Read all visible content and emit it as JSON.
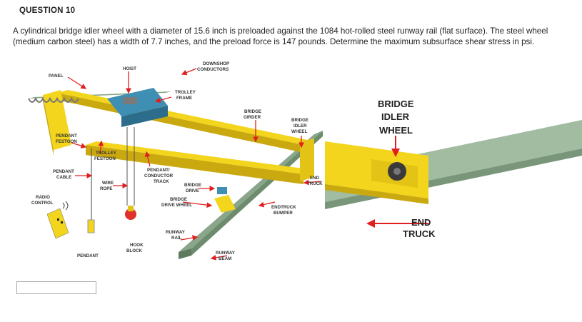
{
  "question": {
    "title": "QUESTION 10",
    "text": "A cylindrical bridge idler wheel with a diameter of 15.6 inch is preloaded against the 1084 hot-rolled steel runway rail (flat surface). The steel wheel (medium carbon steel) has a width of 7.7 inches, and the preload force is 147 pounds. Determine the maximum subsurface shear stress in psi."
  },
  "figure": {
    "labels": {
      "panel": "PANEL",
      "hoist": "HOIST",
      "downshop_1": "DOWNSHOP",
      "downshop_2": "CONDUCTORS",
      "trolley_frame_1": "TROLLEY",
      "trolley_frame_2": "FRAME",
      "bridge_girder_1": "BRIDGE",
      "bridge_girder_2": "GIRDER",
      "bridge_idler_1": "BRIDGE",
      "bridge_idler_2": "IDLER",
      "bridge_idler_3": "WHEEL",
      "pendant_festoon_1": "PENDANT",
      "pendant_festoon_2": "FESTOON",
      "trolley_festoon_1": "TROLLEY",
      "trolley_festoon_2": "FESTOON",
      "pendant_cable_1": "PENDANT",
      "pendant_cable_2": "CABLE",
      "pendant_track_1": "PENDANT/",
      "pendant_track_2": "CONDUCTOR",
      "pendant_track_3": "TRACK",
      "wire_rope_1": "WIRE",
      "wire_rope_2": "ROPE",
      "bridge_drive_1": "BRIDGE",
      "bridge_drive_2": "DRIVE",
      "end_truck_1": "END",
      "end_truck_2": "TRUCK",
      "radio_control_1": "RADIO",
      "radio_control_2": "CONTROL",
      "bridge_drive_wheel_1": "BRIDGE",
      "bridge_drive_wheel_2": "DRIVE WHEEL",
      "endtruck_bumper_1": "ENDTRUCK",
      "endtruck_bumper_2": "BUMPER",
      "runway_rail_1": "RUNWAY",
      "runway_rail_2": "RAIL",
      "hook_block_1": "HOOK",
      "hook_block_2": "BLOCK",
      "pendant": "PENDANT",
      "runway_beam_1": "RUNWAY",
      "runway_beam_2": "BEAM"
    },
    "detail": {
      "idler_1": "BRIDGE",
      "idler_2": "IDLER",
      "idler_3": "WHEEL",
      "end_1": "END",
      "end_2": "TRUCK"
    },
    "colors": {
      "girder_yellow": "#f2d51c",
      "girder_shade": "#c9a90f",
      "rail_green": "#8aa68a",
      "rail_dark": "#5e7a5e",
      "trolley_blue": "#3f8fb5",
      "arrow_red": "#e02020"
    }
  },
  "answer": {
    "value": ""
  }
}
